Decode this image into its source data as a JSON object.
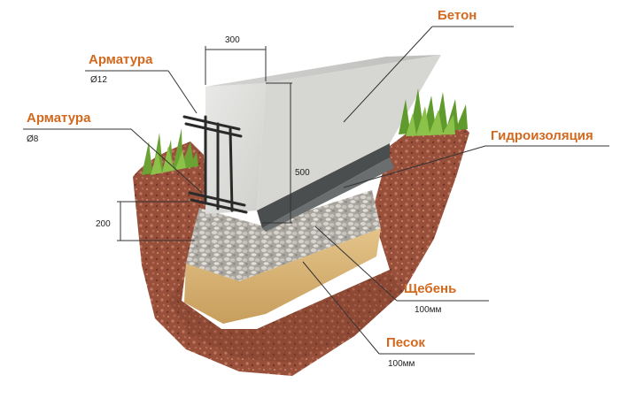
{
  "labels": {
    "beton": "Бетон",
    "gidro": "Гидроизоляция",
    "armatura1": {
      "name": "Арматура",
      "spec": "Ø12"
    },
    "armatura2": {
      "name": "Арматура",
      "spec": "Ø8"
    },
    "sheben": {
      "name": "Щебень",
      "thickness": "100мм"
    },
    "pesok": {
      "name": "Песок",
      "thickness": "100мм"
    }
  },
  "dimensions": {
    "width": "300",
    "height": "500",
    "rebar_offset": "200"
  },
  "colors": {
    "label_accent": "#d2691e",
    "leader": "#333333",
    "concrete": "#d9d9d7",
    "waterproofing": "#555858",
    "gravel": "#b9b6b0",
    "sand": "#d9b67a",
    "soil": "#9a4e3a",
    "grass": "#6aa233",
    "rebar": "#2a2a2a"
  }
}
